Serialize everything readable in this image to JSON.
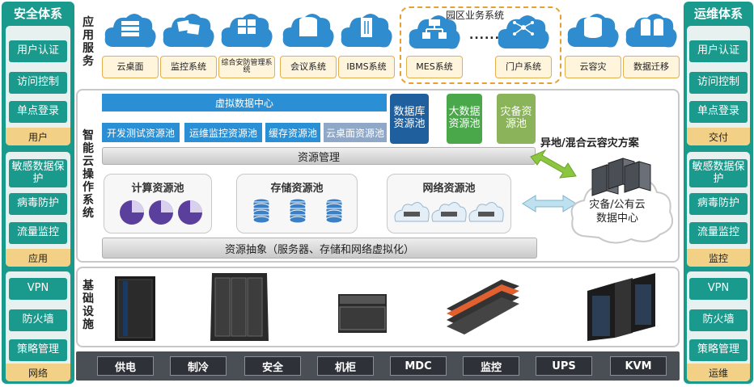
{
  "left_column": {
    "title": "安全体系",
    "groups": [
      {
        "items": [
          "用户认证",
          "访问控制",
          "单点登录"
        ],
        "footer": "用户"
      },
      {
        "items": [
          "敏感数据保护",
          "病毒防护",
          "流量监控"
        ],
        "footer": "应用"
      },
      {
        "items": [
          "VPN",
          "防火墙",
          "策略管理"
        ],
        "footer": "网络"
      }
    ]
  },
  "right_column": {
    "title": "运维体系",
    "groups": [
      {
        "items": [
          "用户认证",
          "访问控制",
          "单点登录"
        ],
        "footer": "交付"
      },
      {
        "items": [
          "敏感数据保护",
          "病毒防护",
          "流量监控"
        ],
        "footer": "监控"
      },
      {
        "items": [
          "VPN",
          "防火墙",
          "策略管理"
        ],
        "footer": "运维"
      }
    ]
  },
  "app_services": {
    "label": "应用服务",
    "cards": [
      "云桌面",
      "监控系统",
      "综合安防管理系统",
      "会议系统",
      "IBMS系统",
      "MES系统",
      "门户系统",
      "云容灾",
      "数据迁移"
    ],
    "park_group_label": "园区业务系统",
    "ellipsis": "......"
  },
  "cloud_os": {
    "label": "智能云操作系统",
    "virtual_dc": "虚拟数据中心",
    "sub_pools": [
      "开发测试资源池",
      "运维监控资源池",
      "缓存资源池",
      "云桌面资源池"
    ],
    "side_pools": [
      "数据库资源池",
      "大数据资源池",
      "灾备资源池"
    ],
    "resource_mgmt": "资源管理",
    "compute_pool": "计算资源池",
    "storage_pool": "存储资源池",
    "network_pool": "网络资源池",
    "abstraction": "资源抽象（服务器、存储和网络虚拟化）",
    "dr_title": "异地/混合云容灾方案",
    "dr_center": "灾备/公有云数据中心"
  },
  "infrastructure": {
    "label": "基础设施",
    "items": [
      "供电",
      "制冷",
      "安全",
      "机柜",
      "MDC",
      "监控",
      "UPS",
      "KVM"
    ]
  },
  "colors": {
    "teal": "#1a9a8c",
    "blue": "#2a8fd4",
    "dark_blue": "#1f5f9e",
    "green": "#4aa84a",
    "olive": "#8ab35a",
    "purple": "#5b3f9c",
    "orange_dash": "#e8a030"
  }
}
